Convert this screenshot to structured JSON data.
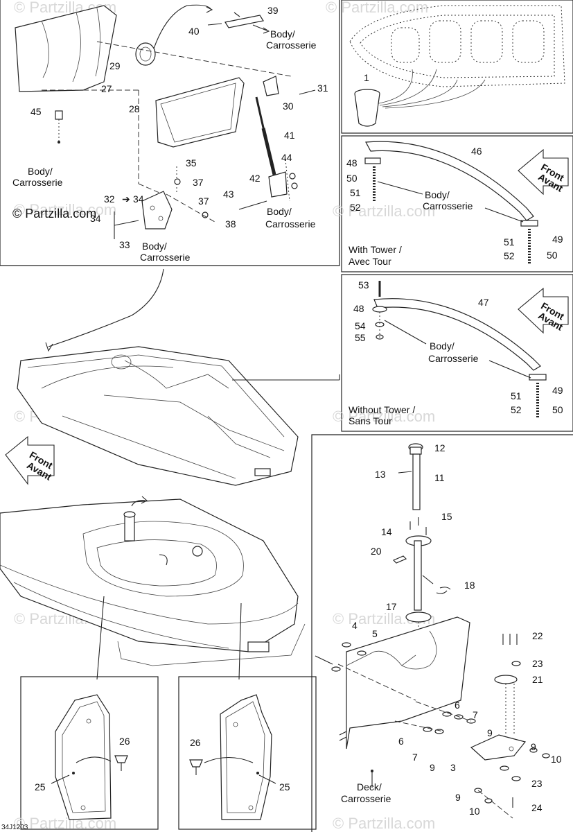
{
  "copyright": "© Partzilla.com",
  "watermark": "© Partzilla.com",
  "diagram_code": "34J1203",
  "labels": {
    "body": "Body/",
    "carrosserie": "Carrosserie",
    "deck": "Deck/",
    "with_tower_1": "With Tower /",
    "with_tower_2": "Avec Tour",
    "without_tower_1": "Without Tower /",
    "without_tower_2": "Sans Tour",
    "front_1": "Front",
    "front_2": "Avant"
  },
  "callouts": {
    "p1": "1",
    "p3": "3",
    "p4": "4",
    "p5": "5",
    "p6": "6",
    "p6b": "6",
    "p7": "7",
    "p7b": "7",
    "p9": "9",
    "p9b": "9",
    "p9c": "9",
    "p9d": "9",
    "p10": "10",
    "p10b": "10",
    "p11": "11",
    "p12": "12",
    "p13": "13",
    "p14": "14",
    "p15": "15",
    "p17": "17",
    "p18": "18",
    "p20": "20",
    "p21": "21",
    "p22": "22",
    "p23": "23",
    "p23b": "23",
    "p24": "24",
    "p25": "25",
    "p25b": "25",
    "p26": "26",
    "p26b": "26",
    "p27": "27",
    "p28": "28",
    "p29": "29",
    "p30": "30",
    "p31": "31",
    "p32": "32",
    "p33": "33",
    "p34": "34",
    "p34b": "34",
    "p35": "35",
    "p37": "37",
    "p37b": "37",
    "p38": "38",
    "p39": "39",
    "p40": "40",
    "p41": "41",
    "p42": "42",
    "p43": "43",
    "p44": "44",
    "p45": "45",
    "p46": "46",
    "p47": "47",
    "p48": "48",
    "p48b": "48",
    "p49": "49",
    "p49b": "49",
    "p50": "50",
    "p50b": "50",
    "p50c": "50",
    "p51": "51",
    "p51b": "51",
    "p51c": "51",
    "p52": "52",
    "p52b": "52",
    "p52c": "52",
    "p53": "53",
    "p54": "54",
    "p55": "55"
  }
}
